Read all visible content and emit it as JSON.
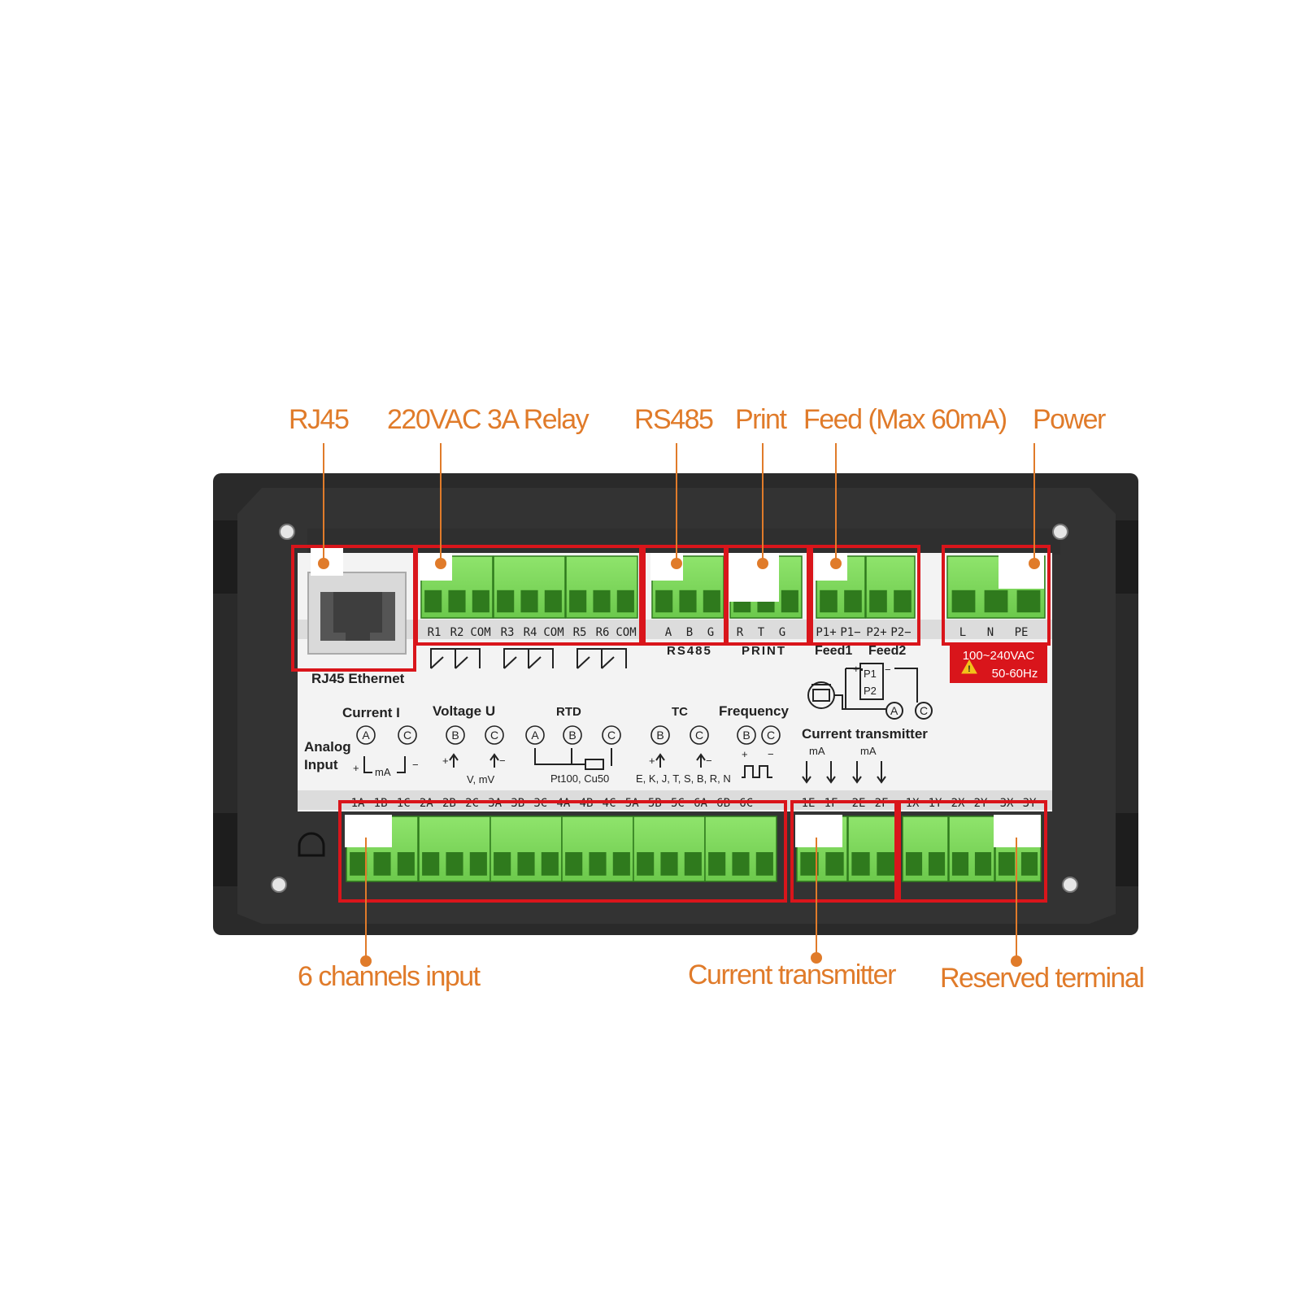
{
  "colors": {
    "accent": "#e07b2a",
    "highlight": "#d9151b",
    "terminal_green": "#7bd85a",
    "terminal_dark": "#2f7a1d",
    "housing": "#2a2a2a"
  },
  "callouts": {
    "rj45": "RJ45",
    "relay": "220VAC 3A Relay",
    "rs485": "RS485",
    "print": "Print",
    "feed": "Feed (Max 60mA)",
    "power": "Power",
    "inputs": "6 channels input",
    "current_transmitter": "Current transmitter",
    "reserved": "Reserved terminal"
  },
  "panel": {
    "rj45_label": "RJ45 Ethernet",
    "top_pins": {
      "relay1": [
        "R1",
        "R2",
        "COM"
      ],
      "relay2": [
        "R3",
        "R4",
        "COM"
      ],
      "relay3": [
        "R5",
        "R6",
        "COM"
      ],
      "rs485": [
        "A",
        "B",
        "G"
      ],
      "print": [
        "R",
        "T",
        "G"
      ],
      "feed": [
        "P1+",
        "P1−",
        "P2+",
        "P2−"
      ],
      "power": [
        "L",
        "N",
        "PE"
      ]
    },
    "rs485_label": "RS485",
    "print_label": "PRINT",
    "feed1_label": "Feed1",
    "feed2_label": "Feed2",
    "p1_label": "P1",
    "p2_label": "P2",
    "power_rating_1": "100~240VAC",
    "power_rating_2": "50-60Hz",
    "analog_input_1": "Analog",
    "analog_input_2": "Input",
    "current_label": "Current I",
    "voltage_label": "Voltage U",
    "rtd_label": "RTD",
    "tc_label": "TC",
    "frequency_label": "Frequency",
    "current_transmitter_label": "Current transmitter",
    "ma_label": "mA",
    "v_mv_label": "V, mV",
    "pt100_label": "Pt100, Cu50",
    "tc_types_label": "E, K, J, T, S, B, R, N",
    "bottom_pins": [
      "1A",
      "1B",
      "1C",
      "2A",
      "2B",
      "2C",
      "3A",
      "3B",
      "3C",
      "4A",
      "4B",
      "4C",
      "5A",
      "5B",
      "5C",
      "6A",
      "6B",
      "6C",
      "1E",
      "1F",
      "2E",
      "2F",
      "1X",
      "1Y",
      "2X",
      "2Y",
      "3X",
      "3Y"
    ]
  }
}
